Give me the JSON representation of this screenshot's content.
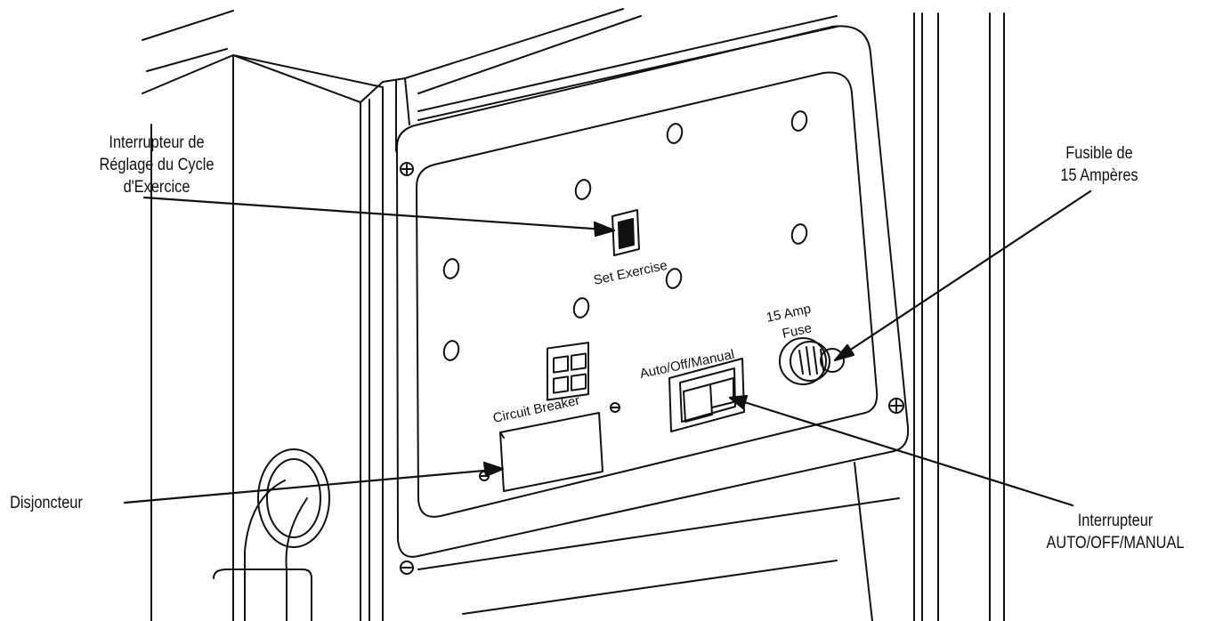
{
  "callouts": {
    "exercise_switch": [
      "Interrupteur de",
      "Réglage du Cycle",
      "d'Exercice"
    ],
    "fuse": [
      "Fusible de",
      "15 Ampères"
    ],
    "breaker": [
      "Disjoncteur"
    ],
    "auto_switch": [
      "Interrupteur",
      "AUTO/OFF/MANUAL"
    ]
  },
  "panel_labels": {
    "set_exercise": "Set Exercise",
    "fuse_line1": "15 Amp",
    "fuse_line2": "Fuse",
    "auto_off_manual": "Auto/Off/Manual",
    "circuit_breaker": "Circuit Breaker"
  }
}
